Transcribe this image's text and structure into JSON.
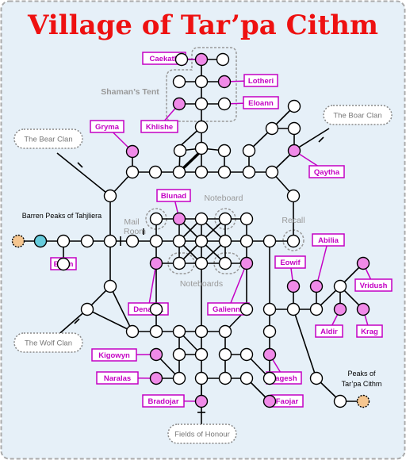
{
  "title": "Village of Tar’pa Cithm",
  "colors": {
    "background": "#e6f0f8",
    "border": "#aaaaaa",
    "title": "#ee1111",
    "line": "#000000",
    "node_fill": "#ffffff",
    "npc_node": "#f08ae8",
    "npc_label_border": "#c400c4",
    "exit_node": "#f5c690",
    "special_node": "#66ccdd",
    "gray_text": "#999999"
  },
  "areas": {
    "shamans_tent": "Shaman’s Tent",
    "noteboard": "Noteboard",
    "noteboards": "Noteboards",
    "mail_room_line1": "Mail",
    "mail_room_line2": "Room",
    "recall": "Recall"
  },
  "regions": {
    "bear_clan": "The Bear Clan",
    "boar_clan": "The Boar Clan",
    "wolf_clan": "The Wolf Clan",
    "fields_of_honour": "Fields of Honour"
  },
  "exits": {
    "barren_peaks": "Barren Peaks of Tahjliera",
    "peaks_line1": "Peaks of",
    "peaks_line2": "Tar’pa Cithm"
  },
  "npcs": {
    "caekath": "Caekath",
    "lotheri": "Lotheri",
    "eloann": "Eloann",
    "khlishe": "Khlishe",
    "gryma": "Gryma",
    "qaytha": "Qaytha",
    "blunad": "Blunad",
    "ewan": "Ewan",
    "abilia": "Abilia",
    "eowif": "Eowif",
    "vridush": "Vridush",
    "denayra": "Denayra",
    "galienne": "Galienne",
    "aldir": "Aldir",
    "krag": "Krag",
    "kigowyn": "Kigowyn",
    "naralas": "Naralas",
    "lagesh": "Lagesh",
    "bradojar": "Bradojar",
    "faojar": "Faojar"
  }
}
